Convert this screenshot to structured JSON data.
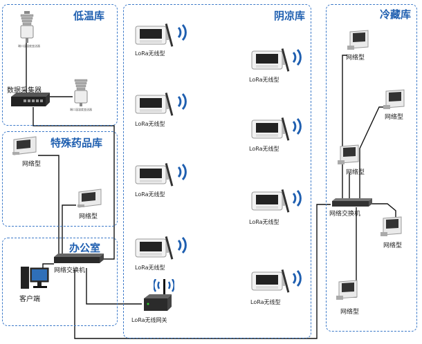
{
  "zones": {
    "low_temp": "低温库",
    "shaded": "阴凉库",
    "cold": "冷藏库",
    "special": "特殊药品库",
    "office": "办公室"
  },
  "labels": {
    "collector": "数据采集器",
    "sensor_caption": "端口温湿度变送器",
    "lora_device": "LoRa无线型",
    "network_device": "网络型",
    "switch": "网络交换机",
    "client": "客户端",
    "lora_gateway": "LoRa无线网关"
  },
  "colors": {
    "zone_border": "#3a78c8",
    "zone_title": "#1f5fb0",
    "wifi": "#1f5fb0",
    "cable": "#111111"
  },
  "icons": [
    "lora-recorder-icon",
    "wifi-signal-icon",
    "network-recorder-icon",
    "sensor-transmitter-icon",
    "data-collector-icon",
    "network-switch-icon",
    "computer-icon",
    "lora-gateway-icon"
  ]
}
